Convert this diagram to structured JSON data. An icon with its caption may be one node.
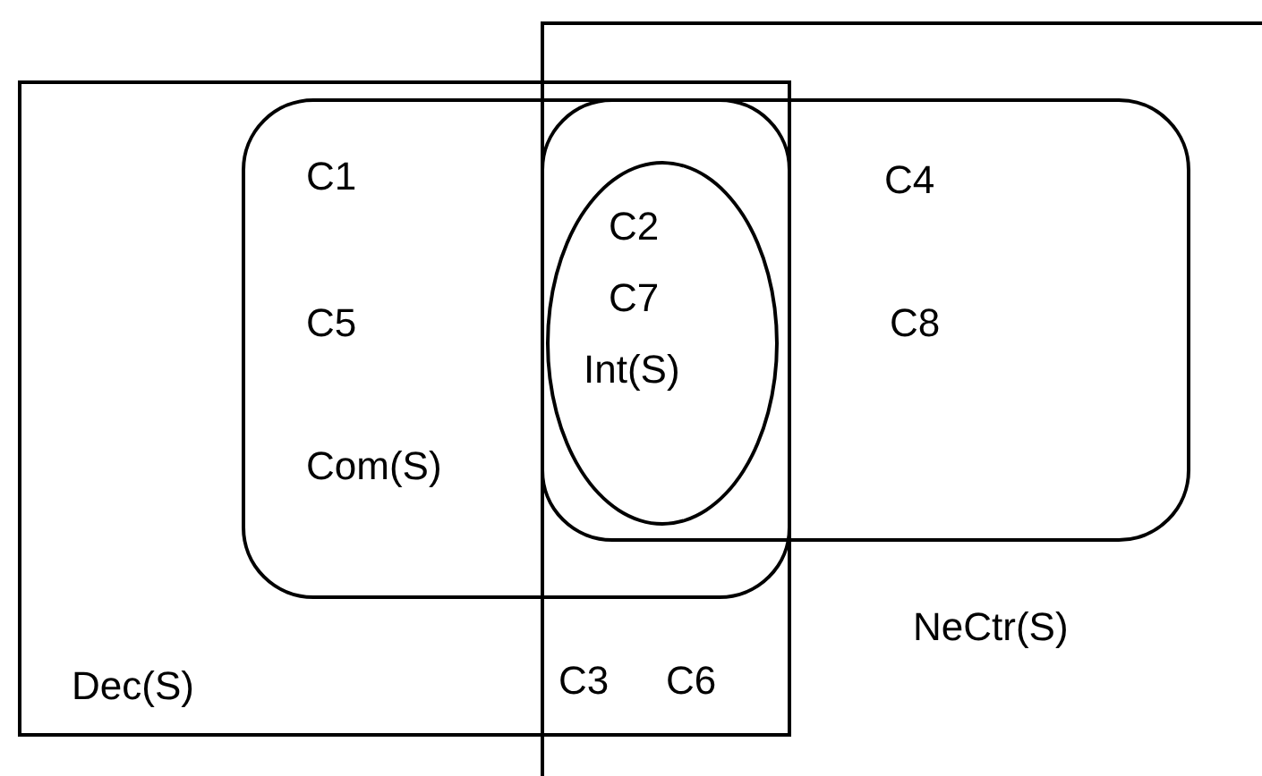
{
  "diagram": {
    "nodes": [
      {
        "text": [
          "Dec(S)"
        ]
      },
      {
        "text": [
          "NeCtr(S)"
        ]
      },
      {
        "text": [
          "C1",
          "C5",
          "Com(S)"
        ],
        "in": 0
      },
      {
        "text": [
          "C4",
          "C8"
        ],
        "in": 1
      },
      {
        "text": [
          "C2",
          "C7",
          "Int(S)"
        ]
      }
    ],
    "labels": [
      "C3",
      "C6"
    ]
  }
}
